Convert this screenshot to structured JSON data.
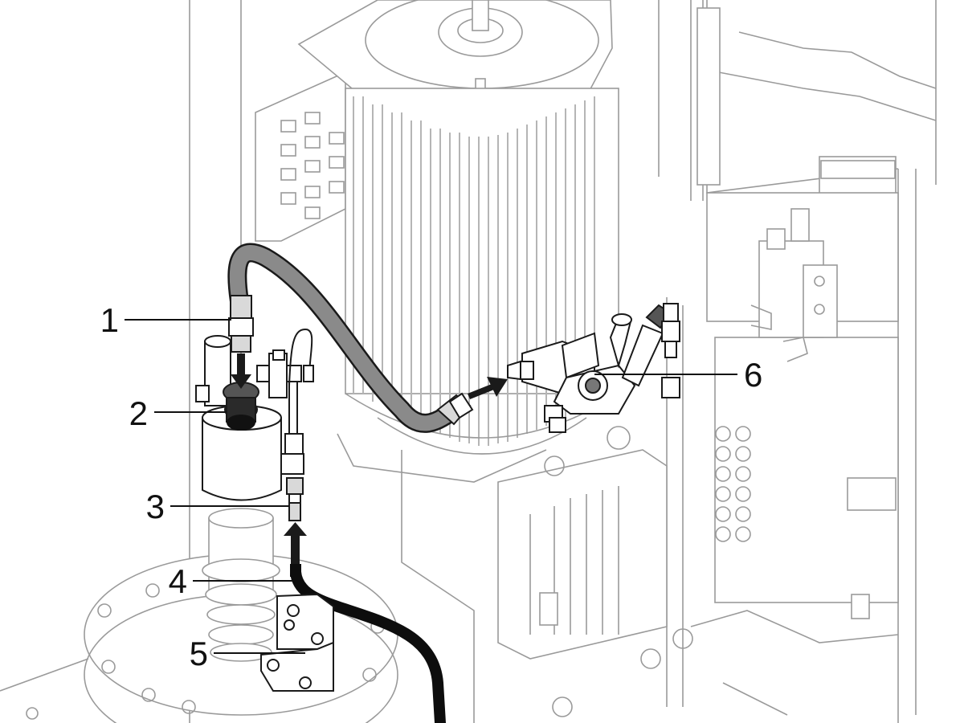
{
  "callouts": [
    {
      "label": "1",
      "part": "hose-fitting-upper"
    },
    {
      "label": "2",
      "part": "filter-inlet-port"
    },
    {
      "label": "3",
      "part": "filter-outlet-fitting"
    },
    {
      "label": "4",
      "part": "drain-hose-end"
    },
    {
      "label": "5",
      "part": "mounting-bracket"
    },
    {
      "label": "6",
      "part": "valve-block-inlet"
    }
  ],
  "arrows": [
    {
      "from": "hose-fitting-upper",
      "to": "filter-inlet-port",
      "direction": "down"
    },
    {
      "from": "drain-hose-end",
      "to": "filter-outlet-fitting",
      "direction": "up"
    },
    {
      "from": "hose-fitting-lower",
      "to": "valve-block-inlet",
      "direction": "right"
    }
  ],
  "colors": {
    "background": "#ffffff",
    "line_art": "#9a9a9a",
    "highlight_parts": "#1a1a1a",
    "hose_fill": "#8a8a8a",
    "drain_hose": "#0d0d0d"
  }
}
